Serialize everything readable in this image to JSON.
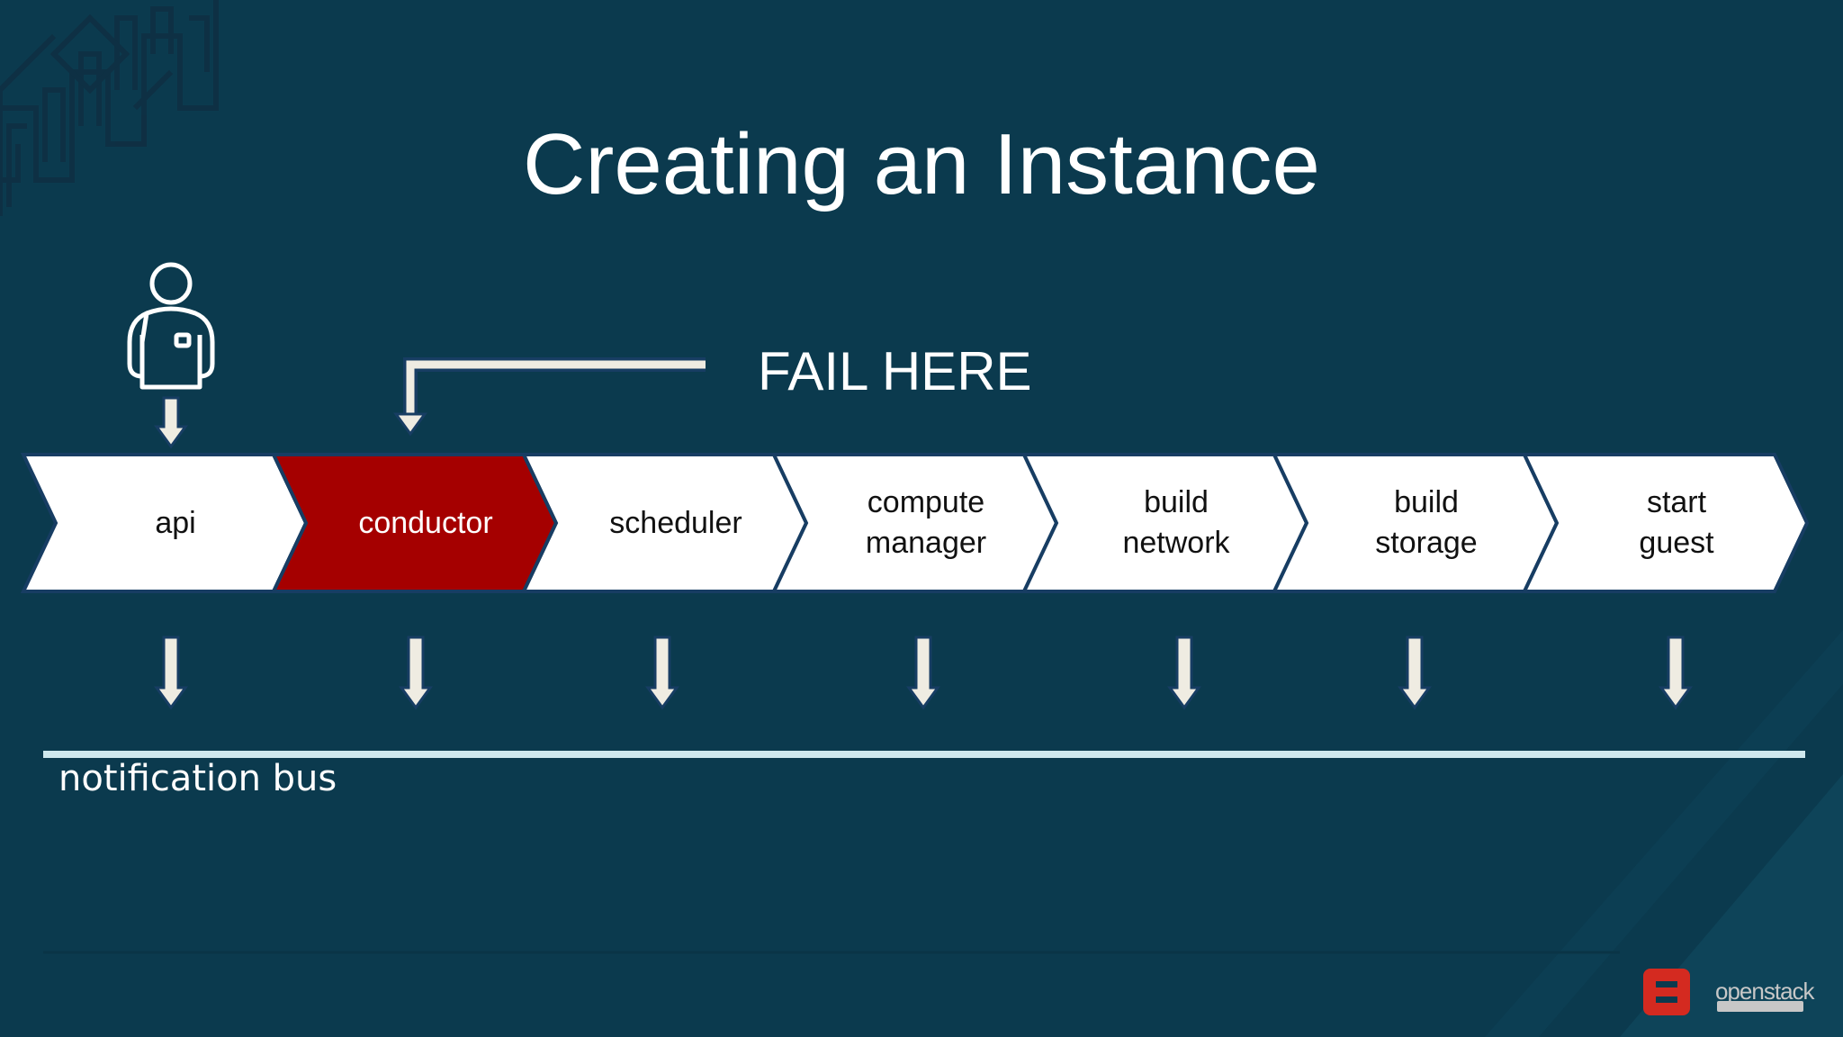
{
  "slide": {
    "title": "Creating an Instance",
    "callout": "FAIL HERE",
    "bus_label": "notification bus",
    "logo_text": "openstack"
  },
  "pipeline": {
    "steps": [
      {
        "label": "api",
        "status": "normal"
      },
      {
        "label": "conductor",
        "status": "failed"
      },
      {
        "label": "scheduler",
        "status": "normal"
      },
      {
        "label": "compute\nmanager",
        "status": "normal"
      },
      {
        "label": "build\nnetwork",
        "status": "normal"
      },
      {
        "label": "build\nstorage",
        "status": "normal"
      },
      {
        "label": "start\nguest",
        "status": "normal"
      }
    ]
  },
  "colors": {
    "background": "#0b3a4e",
    "chevron_fill": "#ffffff",
    "chevron_border": "#173d63",
    "failed_fill": "#a50000",
    "arrow_fill": "#efece2",
    "bus_line": "#cfe8ee",
    "logo_red": "#d42a20"
  },
  "icons": {
    "user": "user-icon",
    "logo": "openstack-logo-icon"
  }
}
